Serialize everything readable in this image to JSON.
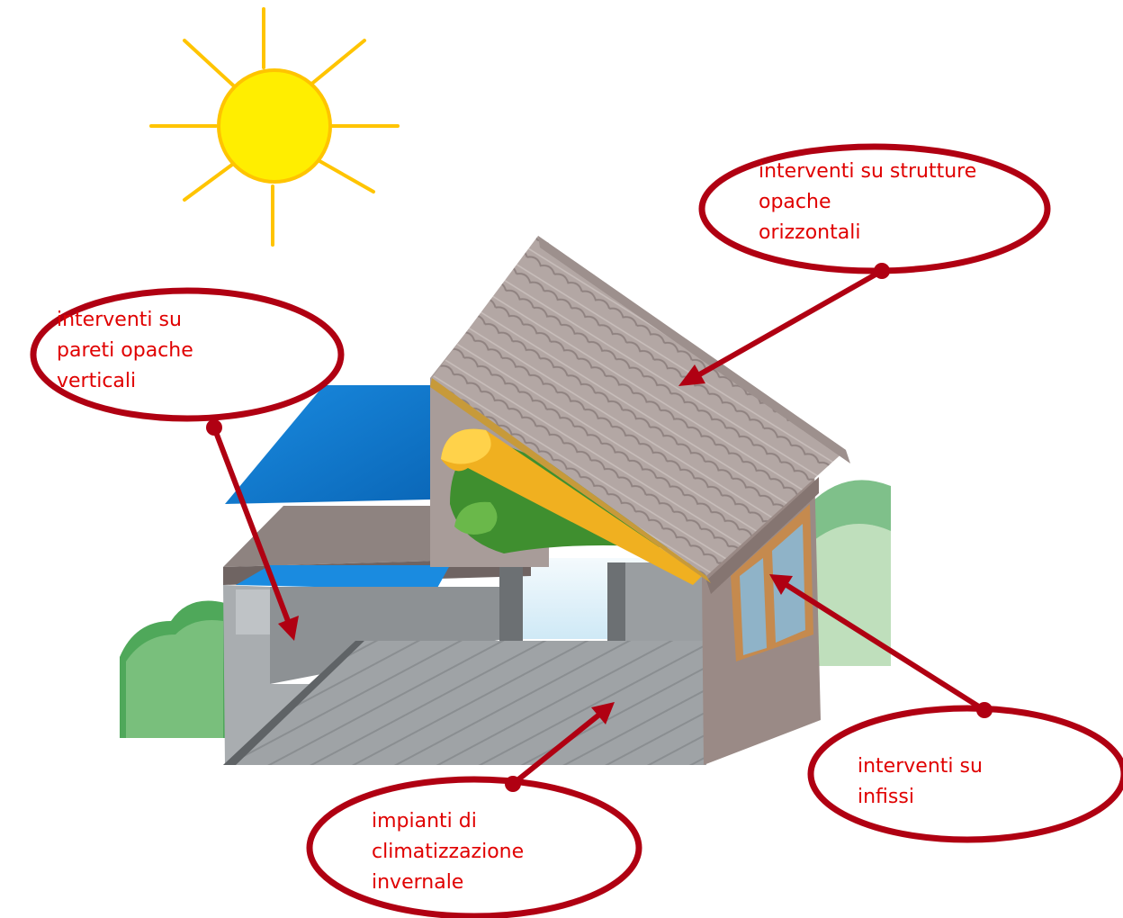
{
  "colors": {
    "callout_outline": "#b00012",
    "callout_text": "#e00000",
    "sun": "#ffee00",
    "sun_rays": "#ffc400"
  },
  "icons": [
    "sun-icon",
    "house-illustration"
  ],
  "callouts": {
    "roof": {
      "lines": [
        "interventi su strutture",
        "opache",
        "orizzontali"
      ]
    },
    "walls": {
      "lines": [
        "interventi su",
        "pareti opache",
        "verticali"
      ]
    },
    "windows": {
      "lines": [
        "interventi su",
        "infissi"
      ]
    },
    "heating": {
      "lines": [
        "impianti di",
        "climatizzazione",
        "invernale"
      ]
    }
  }
}
